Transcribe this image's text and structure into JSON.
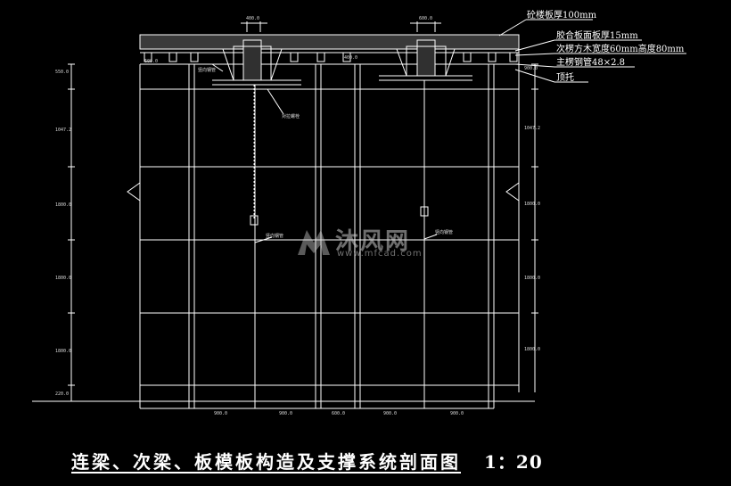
{
  "drawing": {
    "title": "连梁、次梁、板模板构造及支撑系统剖面图",
    "scale": "1：20",
    "callouts": [
      "砼楼板厚100mm",
      "胶合板面板厚15mm",
      "次楞方木宽度60mm高度80mm",
      "主楞钢管48×2.8",
      "顶托"
    ],
    "left_dims": [
      "550.0",
      "1047.2",
      "1800.0",
      "1800.0",
      "1800.0",
      "220.0"
    ],
    "right_dims": [
      "900.0",
      "1047.2",
      "1800.0",
      "1800.0",
      "1800.0"
    ],
    "bottom_dims": [
      "900.0",
      "900.0",
      "600.0",
      "900.0",
      "900.0"
    ],
    "top_dims": [
      "400.0",
      "600.0"
    ],
    "side_dims": [
      "600.0",
      "400.0"
    ],
    "small_labels": [
      "竖向钢管",
      "对拉螺栓",
      "竖向钢管",
      "竖向钢管"
    ]
  },
  "watermark": {
    "brand": "沐风网",
    "url": "www.mfcad.com"
  },
  "colors": {
    "background": "#000000",
    "lines": "#ffffff",
    "text": "#ffffff"
  }
}
